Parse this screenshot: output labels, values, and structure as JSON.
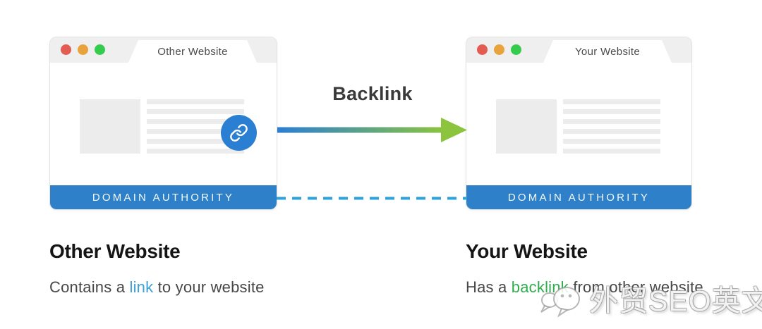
{
  "diagram": {
    "arrow_label": "Backlink",
    "windows": [
      {
        "tab_label": "Other Website",
        "footer_label": "DOMAIN AUTHORITY"
      },
      {
        "tab_label": "Your Website",
        "footer_label": "DOMAIN AUTHORITY"
      }
    ],
    "captions": [
      {
        "title": "Other Website",
        "before": "Contains a ",
        "highlight": "link",
        "after": " to your website"
      },
      {
        "title": "Your Website",
        "before": "Has a ",
        "highlight": "backlink",
        "after": " from other website"
      }
    ],
    "watermark_text": "外贸SEO英文推广",
    "colors": {
      "domain_authority_blue": "#2e80c8",
      "link_icon_blue": "#2a7fd2",
      "link_text_blue": "#3aa0d6",
      "backlink_text_green": "#2fad4b",
      "arrow_gradient_start": "#2b7ed3",
      "arrow_gradient_end": "#8cc43e",
      "dashed_connector_blue": "#2ea2d9",
      "traffic_light_red": "#e25c52",
      "traffic_light_orange": "#e8a33d",
      "traffic_light_green": "#35cc4e",
      "chrome_gray": "#efefef",
      "placeholder_gray": "#ececec"
    }
  }
}
